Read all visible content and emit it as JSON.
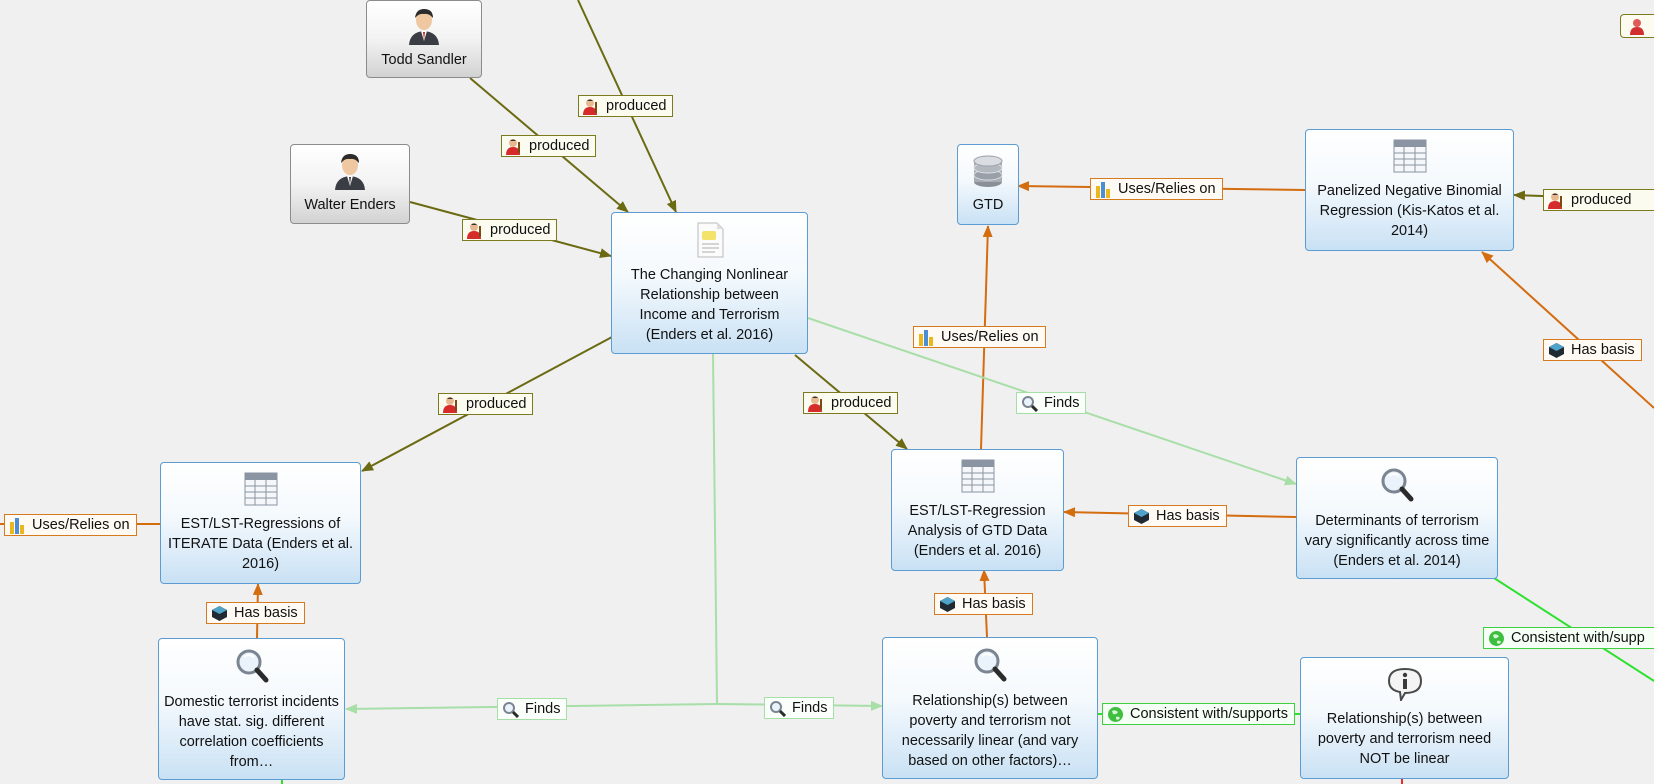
{
  "colors": {
    "produced": "#6b6a12",
    "uses": "#d46c10",
    "finds": "#a8dea8",
    "consistent": "#2fe02f",
    "red": "#e03030"
  },
  "nodes": {
    "todd": {
      "label": "Todd Sandler",
      "icon": "person-icon"
    },
    "walter": {
      "label": "Walter Enders",
      "icon": "person-icon"
    },
    "changing": {
      "label": "The Changing Nonlinear Relationship between Income and Terrorism (Enders et al. 2016)",
      "icon": "document-icon"
    },
    "gtd": {
      "label": "GTD",
      "icon": "database-icon"
    },
    "panelized": {
      "label": "Panelized Negative Binomial Regression (Kis-Katos et al. 2014)",
      "icon": "table-icon"
    },
    "iterate": {
      "label": "EST/LST-Regressions of ITERATE Data (Enders et al. 2016)",
      "icon": "table-icon"
    },
    "estgtd": {
      "label": "EST/LST-Regression Analysis of GTD Data (Enders et al. 2016)",
      "icon": "table-icon"
    },
    "determinants": {
      "label": "Determinants of terrorism vary significantly across time (Enders et al. 2014)",
      "icon": "magnifier-icon"
    },
    "domestic": {
      "label": "Domestic terrorist incidents have stat. sig. different correlation coefficients from…",
      "icon": "magnifier-icon"
    },
    "relpoverty": {
      "label": "Relationship(s) between poverty and terrorism not necessarily linear (and vary based on other factors)…",
      "icon": "magnifier-icon"
    },
    "relneed": {
      "label": "Relationship(s) between poverty and terrorism need NOT be linear",
      "icon": "info-icon"
    }
  },
  "labels": {
    "produced": "produced",
    "uses": "Uses/Relies on",
    "finds": "Finds",
    "hasbasis": "Has basis",
    "consistent": "Consistent with/supports",
    "consistent_cut": "Consistent with/supp"
  }
}
